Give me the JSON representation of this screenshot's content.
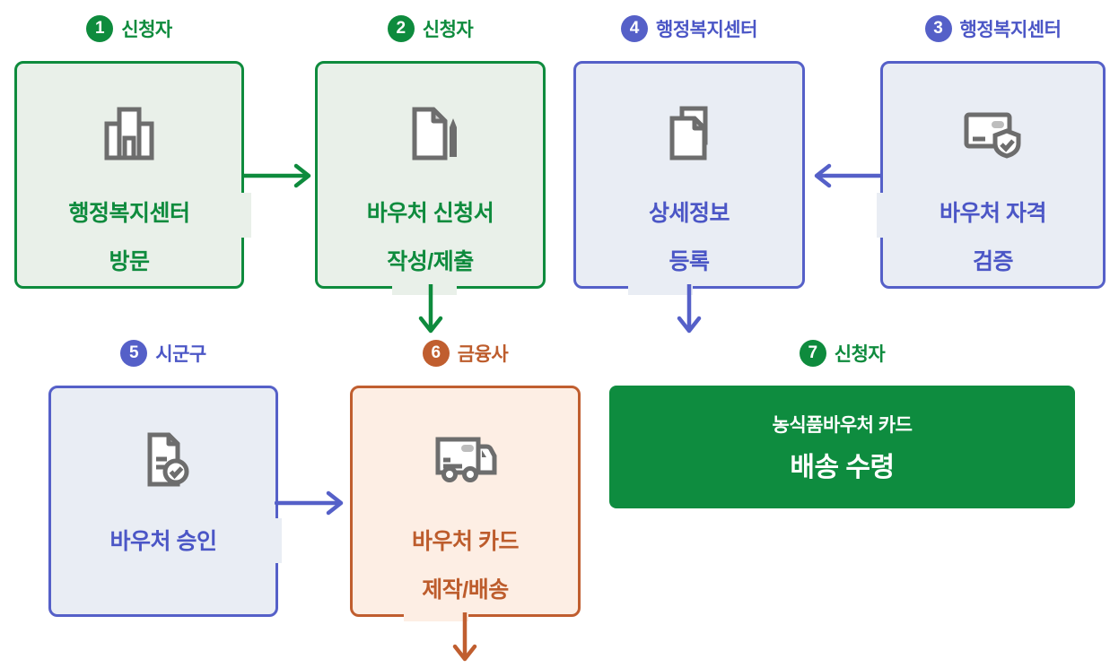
{
  "palette": {
    "green": "#0e8b3d",
    "green_fill": "#e9f0e9",
    "blue": "#5560c8",
    "blue_fill": "#e9edf4",
    "orange": "#c05e2f",
    "orange_fill": "#fdeee4",
    "solid_green": "#0e8c3f",
    "icon_gray": "#6d6d6d",
    "white": "#ffffff"
  },
  "steps": [
    {
      "badge": "1",
      "actor": "신청자",
      "color": "green",
      "icon": "building-icon",
      "lines": [
        "행정복지센터",
        "방문"
      ]
    },
    {
      "badge": "2",
      "actor": "신청자",
      "color": "green",
      "icon": "document-pencil-icon",
      "lines": [
        "바우처 신청서",
        "작성/제출"
      ]
    },
    {
      "badge": "3",
      "actor": "행정복지센터",
      "color": "blue",
      "icon": "card-shield-icon",
      "lines": [
        "바우처 자격",
        "검증"
      ]
    },
    {
      "badge": "4",
      "actor": "행정복지센터",
      "color": "blue",
      "icon": "documents-icon",
      "lines": [
        "상세정보",
        "등록"
      ]
    },
    {
      "badge": "5",
      "actor": "시군구",
      "color": "blue",
      "icon": "document-check-icon",
      "lines": [
        "바우처 승인"
      ]
    },
    {
      "badge": "6",
      "actor": "금융사",
      "color": "orange",
      "icon": "truck-icon",
      "lines": [
        "바우처 카드",
        "제작/배송"
      ]
    },
    {
      "badge": "7",
      "actor": "신청자",
      "color": "solid-green",
      "icon": null,
      "lines": [
        "농식품바우처 카드",
        "배송 수령"
      ]
    }
  ],
  "arrows": [
    {
      "from_step": "1",
      "direction": "right",
      "color": "green"
    },
    {
      "from_step": "2",
      "direction": "down",
      "color": "green"
    },
    {
      "from_step": "3",
      "direction": "left",
      "color": "blue"
    },
    {
      "from_step": "4",
      "direction": "down",
      "color": "blue"
    },
    {
      "from_step": "5",
      "direction": "right",
      "color": "blue"
    },
    {
      "from_step": "6",
      "direction": "down",
      "color": "orange"
    }
  ]
}
